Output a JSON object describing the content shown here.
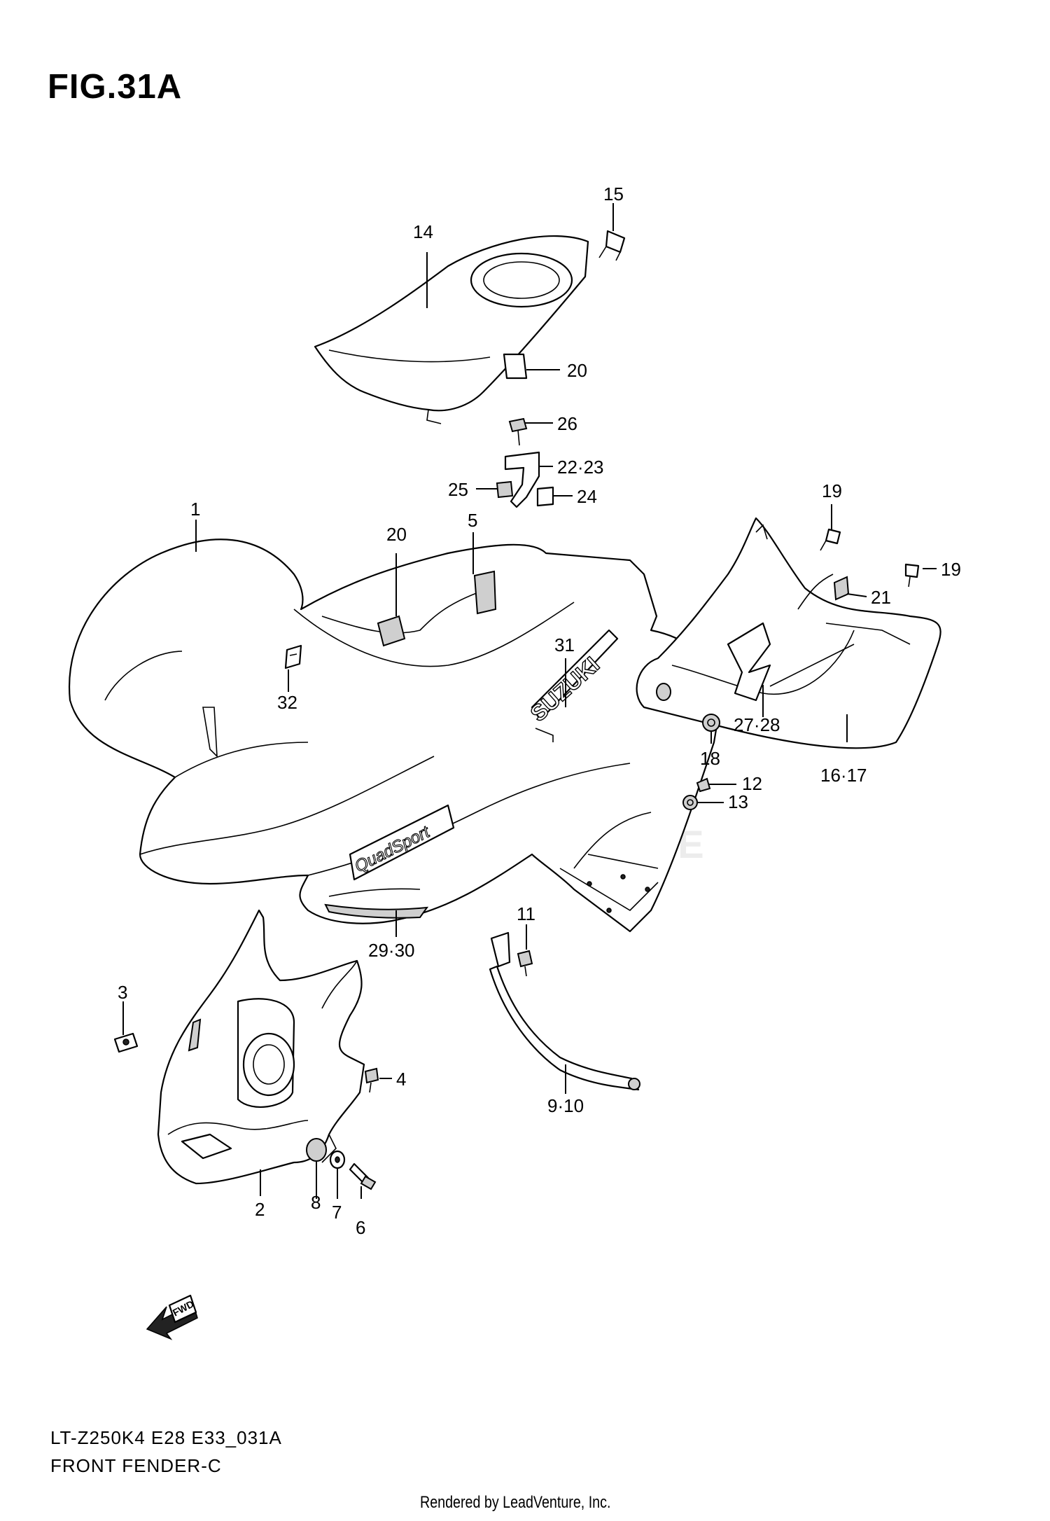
{
  "figure": {
    "title": "FIG.31A"
  },
  "callouts": [
    {
      "id": "c1",
      "label": "1"
    },
    {
      "id": "c2",
      "label": "2"
    },
    {
      "id": "c3",
      "label": "3"
    },
    {
      "id": "c4",
      "label": "4"
    },
    {
      "id": "c5",
      "label": "5"
    },
    {
      "id": "c6",
      "label": "6"
    },
    {
      "id": "c7",
      "label": "7"
    },
    {
      "id": "c8",
      "label": "8"
    },
    {
      "id": "c9",
      "label": "9·10"
    },
    {
      "id": "c11",
      "label": "11"
    },
    {
      "id": "c12",
      "label": "12"
    },
    {
      "id": "c13",
      "label": "13"
    },
    {
      "id": "c14",
      "label": "14"
    },
    {
      "id": "c15",
      "label": "15"
    },
    {
      "id": "c16",
      "label": "16·17"
    },
    {
      "id": "c18",
      "label": "18"
    },
    {
      "id": "c19a",
      "label": "19"
    },
    {
      "id": "c19b",
      "label": "19"
    },
    {
      "id": "c20a",
      "label": "20"
    },
    {
      "id": "c20b",
      "label": "20"
    },
    {
      "id": "c21",
      "label": "21"
    },
    {
      "id": "c22",
      "label": "22·23"
    },
    {
      "id": "c24",
      "label": "24"
    },
    {
      "id": "c25",
      "label": "25"
    },
    {
      "id": "c26",
      "label": "26"
    },
    {
      "id": "c27",
      "label": "27·28"
    },
    {
      "id": "c29",
      "label": "29·30"
    },
    {
      "id": "c31",
      "label": "31"
    },
    {
      "id": "c32",
      "label": "32"
    }
  ],
  "decals": {
    "brand": "SUZUKI",
    "model_badge": "QuadSport",
    "fwd_arrow": "FWD"
  },
  "footer": {
    "model_code": "LT-Z250K4 E28 E33_031A",
    "diagram_name": "FRONT FENDER-C",
    "credit": "Rendered by LeadVenture, Inc."
  }
}
